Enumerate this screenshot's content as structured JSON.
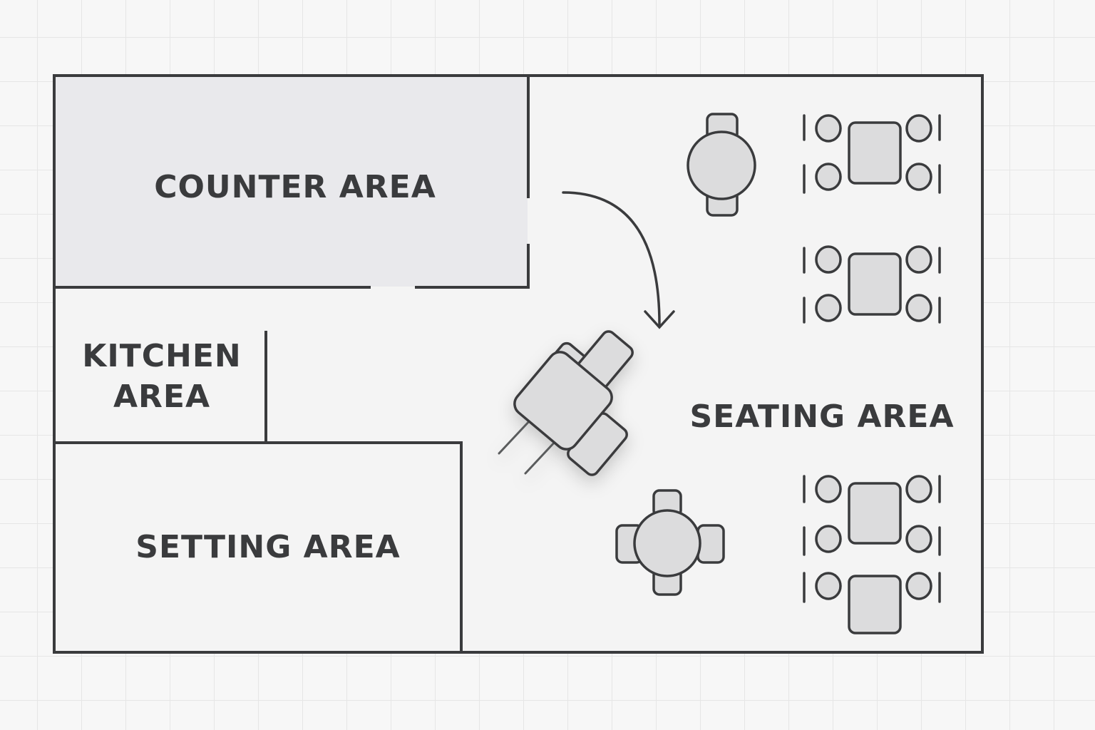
{
  "areas": {
    "counter": "COUNTER AREA",
    "kitchen_line1": "KITCHEN",
    "kitchen_line2": "AREA",
    "setting": "SETTING AREA",
    "seating": "SEATING AREA"
  },
  "colors": {
    "wall": "#3a3b3d",
    "furniture_fill": "#dcdcdd",
    "counter_fill": "#e9e9ec",
    "background": "#f7f7f7"
  }
}
